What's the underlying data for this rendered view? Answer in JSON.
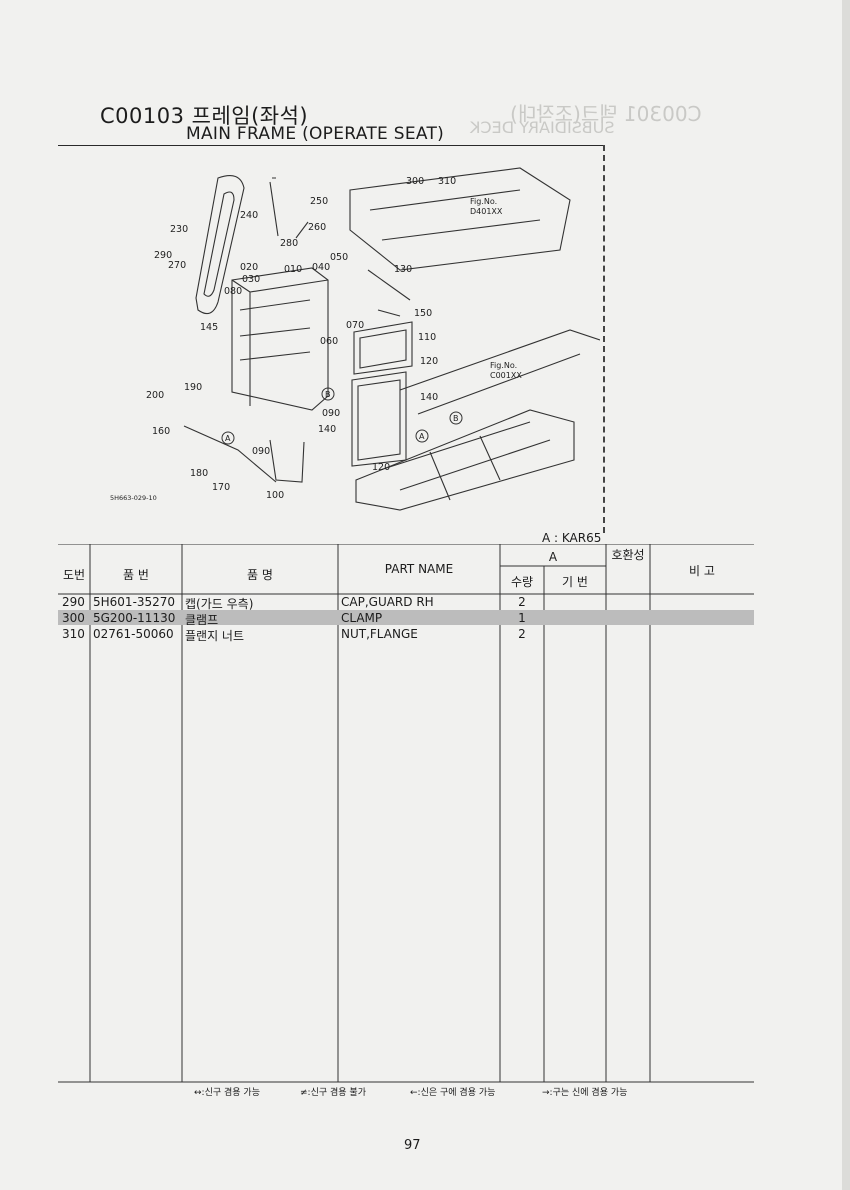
{
  "header": {
    "code_title": "C00103 프레임(좌석)",
    "english_title": "MAIN FRAME (OPERATE SEAT)"
  },
  "ghost": {
    "title_code": "C00301 덱크(조작대)",
    "title_en": "SUBSIDIARY DECK"
  },
  "table": {
    "model_note": "A : KAR65",
    "headers": {
      "ref_no": "도번",
      "part_no": "품 번",
      "part_name_kr": "품 명",
      "part_name_en": "PART NAME",
      "model_a": "A",
      "qty": "수량",
      "base_no": "기 번",
      "compat": "호환성",
      "remarks": "비 고"
    },
    "rows": [
      {
        "ref": "290",
        "part_no": "5H601-35270",
        "name_kr": "캡(가드 우측)",
        "name_en": "CAP,GUARD RH",
        "qty": "2"
      },
      {
        "ref": "300",
        "part_no": "5G200-11130",
        "name_kr": "클램프",
        "name_en": "CLAMP",
        "qty": "1"
      },
      {
        "ref": "310",
        "part_no": "02761-50060",
        "name_kr": "플랜지 너트",
        "name_en": "NUT,FLANGE",
        "qty": "2"
      }
    ]
  },
  "legend": [
    "↔:신구 겸용 가능",
    "≠:신구 겸용 불가",
    "←:신은 구에 겸용 가능",
    "→:구는 신에 겸용 가능"
  ],
  "footer": {
    "page_number": "97"
  }
}
